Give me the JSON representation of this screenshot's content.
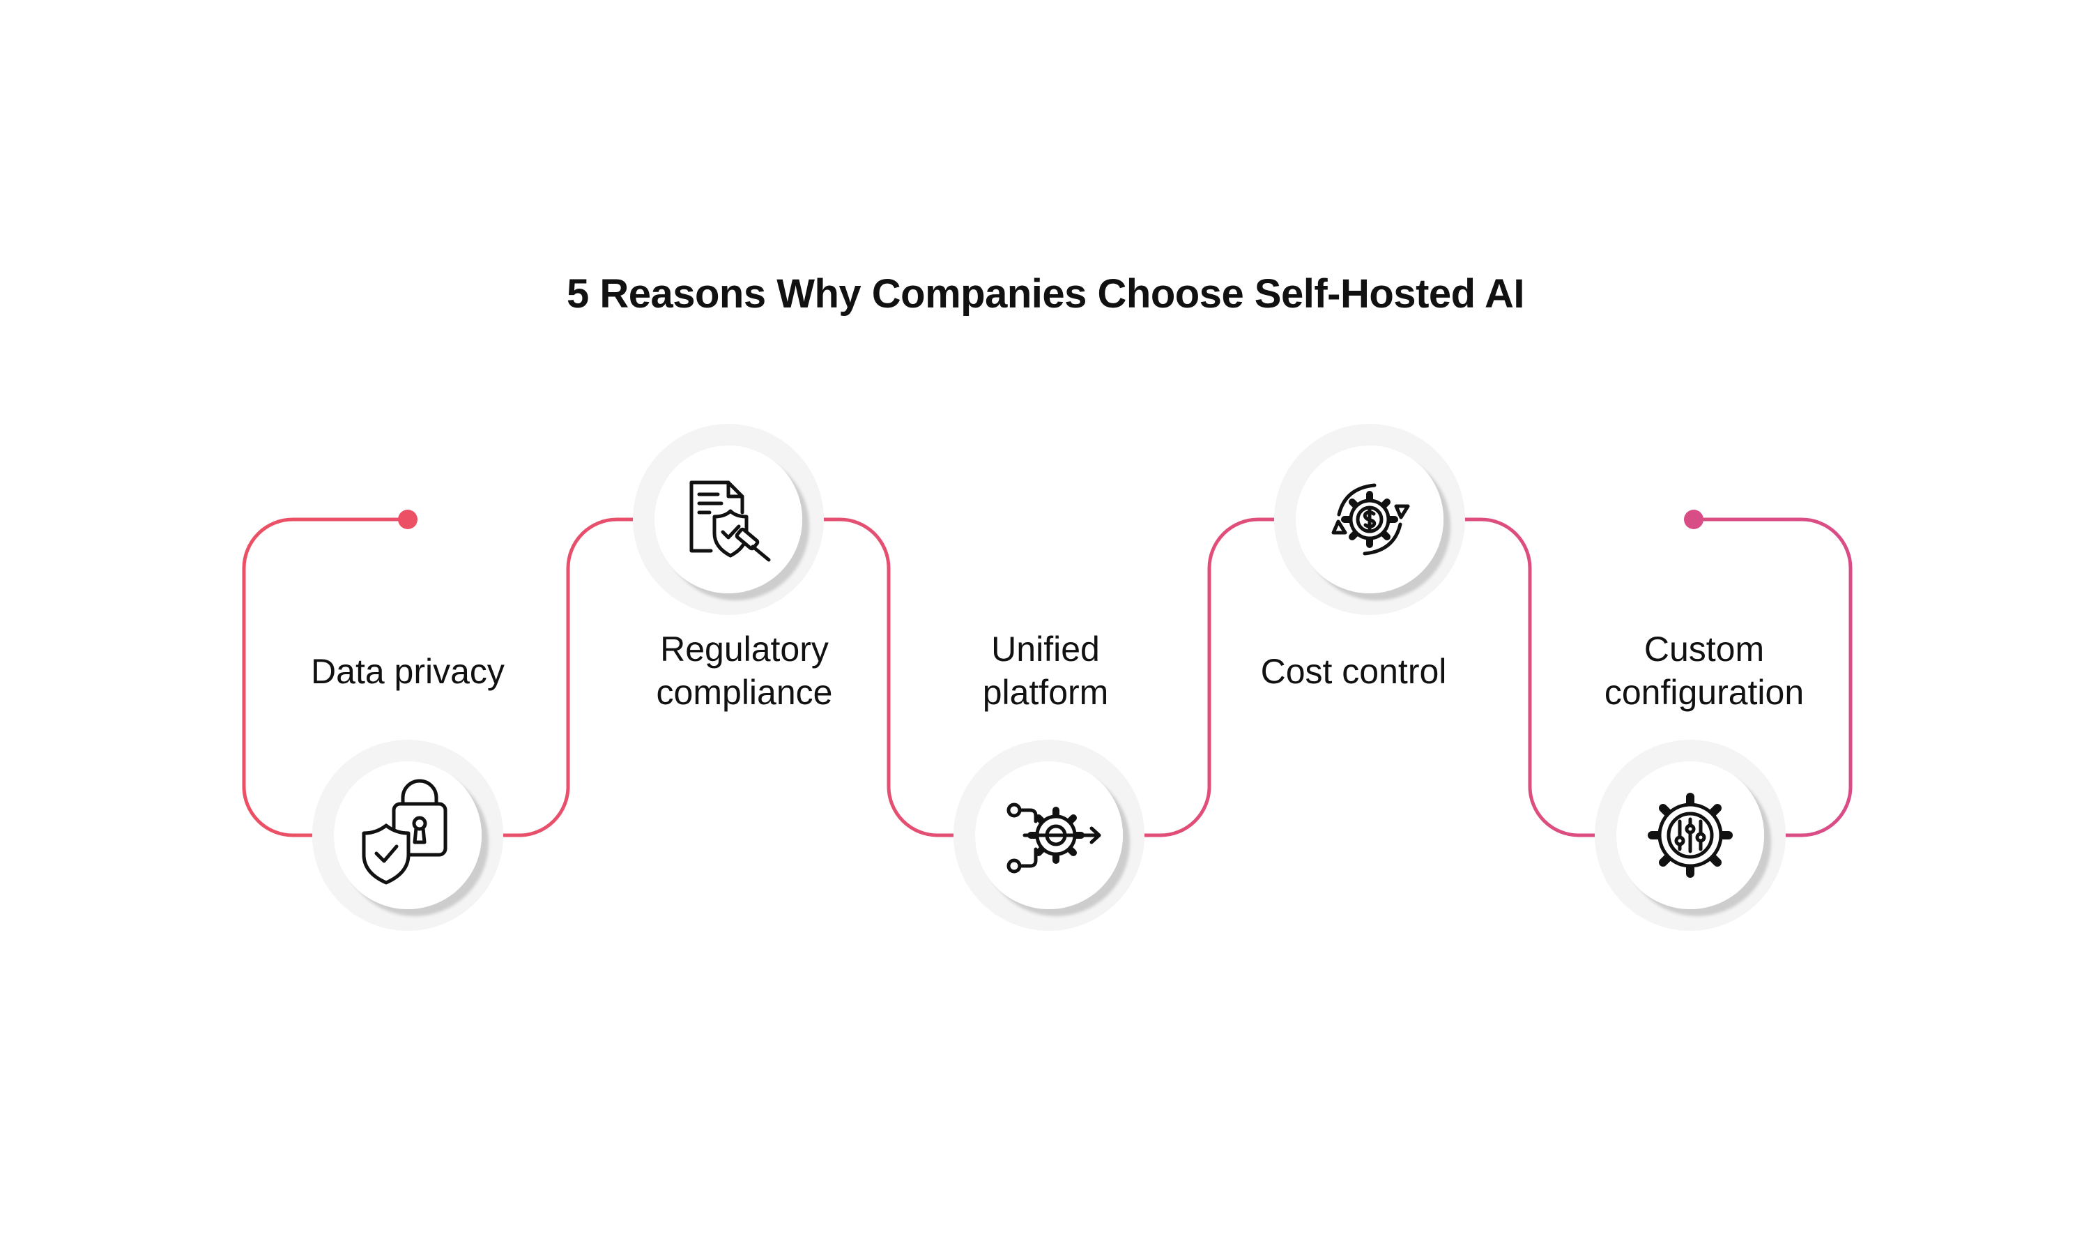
{
  "title": "5 Reasons Why Companies Choose Self-Hosted AI",
  "accent_gradient": [
    "#EB5065",
    "#D94D86"
  ],
  "steps": [
    {
      "label_lines": [
        "Data privacy"
      ],
      "icon": "shield-lock-icon"
    },
    {
      "label_lines": [
        "Regulatory",
        "compliance"
      ],
      "icon": "document-shield-gavel-icon"
    },
    {
      "label_lines": [
        "Unified",
        "platform"
      ],
      "icon": "gear-network-arrow-icon"
    },
    {
      "label_lines": [
        "Cost control"
      ],
      "icon": "dollar-gear-cycle-icon"
    },
    {
      "label_lines": [
        "Custom",
        "configuration"
      ],
      "icon": "gear-sliders-icon"
    }
  ]
}
